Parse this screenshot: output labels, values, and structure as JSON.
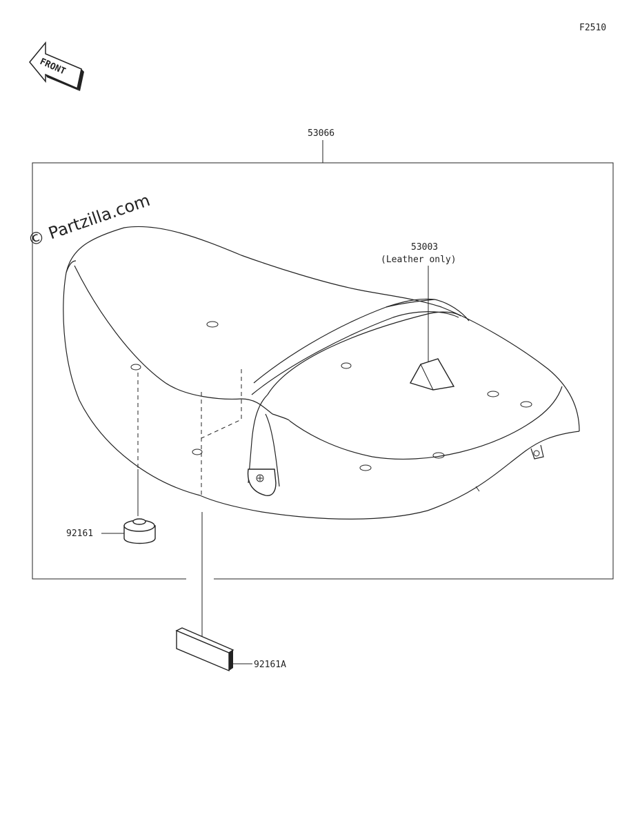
{
  "figure_code": "F2510",
  "front_label": "FRONT",
  "watermark": "© Partzilla.com",
  "parts": {
    "assembly": {
      "number": "53066"
    },
    "leather": {
      "number": "53003",
      "note": "(Leather only)"
    },
    "damper": {
      "number": "92161"
    },
    "pad": {
      "number": "92161A"
    }
  }
}
